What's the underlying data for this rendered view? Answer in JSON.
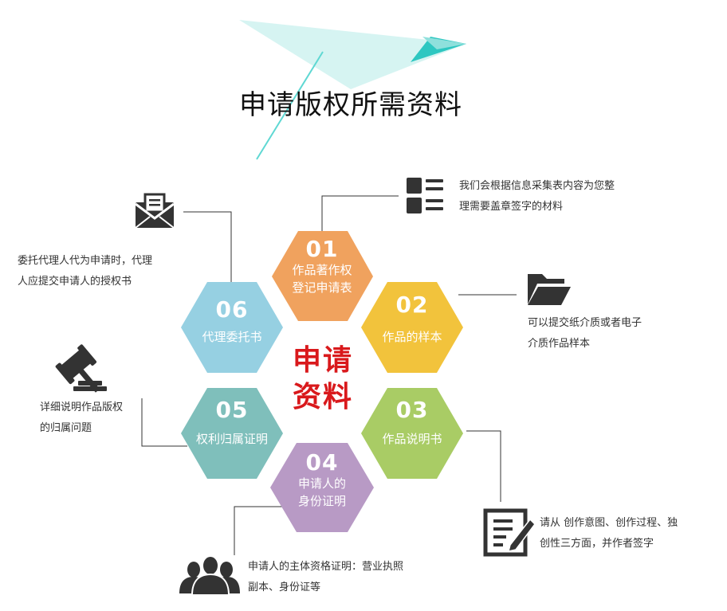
{
  "title": "申请版权所需资料",
  "center": {
    "line1": "申请",
    "line2": "资料"
  },
  "colors": {
    "hex01": "#f0a25e",
    "hex02": "#f2c33c",
    "hex03": "#a9cc65",
    "hex04": "#b89ac5",
    "hex05": "#7fbfbb",
    "hex06": "#96d0e2",
    "plane_light": "#d6f4f2",
    "plane_dark": "#2ec7c1",
    "icon": "#333333",
    "center_text": "#d9191c"
  },
  "items": [
    {
      "num": "01",
      "line1": "作品著作权",
      "line2": "登记申请表",
      "icon": "list-icon",
      "desc1": "我们会根据信息采集表内容为您整",
      "desc2": "理需要盖章签字的材料"
    },
    {
      "num": "02",
      "line1": "作品的样本",
      "line2": "",
      "icon": "folder-icon",
      "desc1": "可以提交纸介质或者电子",
      "desc2": "介质作品样本"
    },
    {
      "num": "03",
      "line1": "作品说明书",
      "line2": "",
      "icon": "edit-document-icon",
      "desc1": "请从 创作意图、创作过程、独",
      "desc2": "创性三方面，并作者签字"
    },
    {
      "num": "04",
      "line1": "申请人的",
      "line2": "身份证明",
      "icon": "people-icon",
      "desc1": "申请人的主体资格证明：营业执照",
      "desc2": "副本、身份证等"
    },
    {
      "num": "05",
      "line1": "权利归属证明",
      "line2": "",
      "icon": "gavel-icon",
      "desc1": "详细说明作品版权",
      "desc2": "的归属问题"
    },
    {
      "num": "06",
      "line1": "代理委托书",
      "line2": "",
      "icon": "envelope-icon",
      "desc1": "委托代理人代为申请时，代理",
      "desc2": "人应提交申请人的授权书"
    }
  ]
}
